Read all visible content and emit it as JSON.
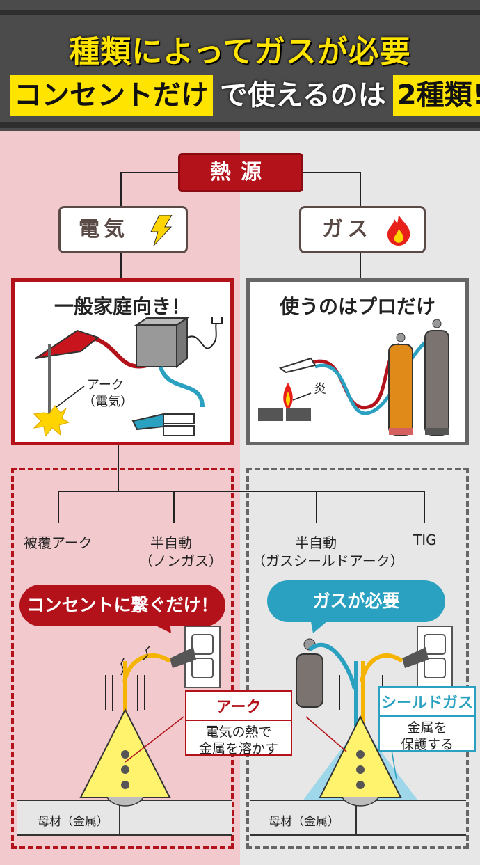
{
  "header": {
    "line1": "種類によってガスが必要",
    "line2_hl1": "コンセントだけ",
    "line2_mid": "で使えるのは",
    "line2_hl2": "2種類!"
  },
  "heat_source": "熱源",
  "electric": {
    "label": "電気",
    "box_title": "一般家庭向き！",
    "arc_label1": "アーク",
    "arc_label2": "（電気）"
  },
  "gas": {
    "label": "ガス",
    "box_title": "使うのはプロだけ",
    "flame_label": "炎"
  },
  "types": {
    "coated_arc": "被覆アーク",
    "semi_auto_nogas_1": "半自動",
    "semi_auto_nogas_2": "（ノンガス）",
    "semi_auto_gas_1": "半自動",
    "semi_auto_gas_2": "（ガスシールドアーク）",
    "tig": "TIG"
  },
  "bubbles": {
    "outlet_only": "コンセントに繋ぐだけ！",
    "gas_needed": "ガスが必要"
  },
  "arc_callout": {
    "title": "アーク",
    "line1": "電気の熱で",
    "line2": "金属を溶かす"
  },
  "shield_callout": {
    "title": "シールドガス",
    "line1": "金属を",
    "line2": "保護する"
  },
  "base_metal_left": "母材（金属）",
  "base_metal_right": "母材（金属）",
  "colors": {
    "red": "#b3121a",
    "blue": "#2aa1c0",
    "yellow": "#ffe400",
    "gray": "#666"
  }
}
